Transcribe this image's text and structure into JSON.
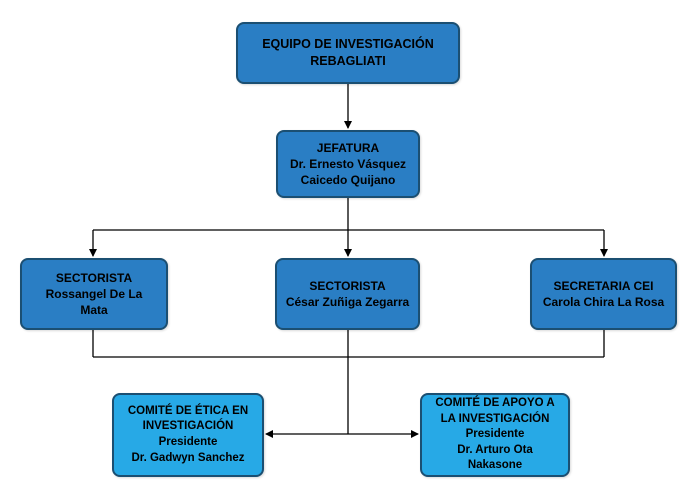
{
  "nodes": {
    "equipo": {
      "lines": [
        "EQUIPO DE INVESTIGACIÓN",
        "REBAGLIATI"
      ]
    },
    "jefatura": {
      "lines": [
        "JEFATURA",
        "Dr. Ernesto Vásquez",
        "Caicedo Quijano"
      ]
    },
    "sectorista1": {
      "lines": [
        "SECTORISTA",
        "Rossangel De La",
        "Mata"
      ]
    },
    "sectorista2": {
      "lines": [
        "SECTORISTA",
        "César Zuñiga Zegarra"
      ]
    },
    "secretaria": {
      "lines": [
        "SECRETARIA CEI",
        "Carola Chira La Rosa"
      ]
    },
    "etica": {
      "lines": [
        "COMITÉ DE ÉTICA EN",
        "INVESTIGACIÓN",
        "Presidente",
        "Dr. Gadwyn Sanchez"
      ]
    },
    "apoyo": {
      "lines": [
        "COMITÉ DE APOYO A",
        "LA INVESTIGACIÓN",
        "Presidente",
        "Dr. Arturo Ota",
        "Nakasone"
      ]
    }
  },
  "colors": {
    "top_fill": "#2a7ec4",
    "bottom_fill": "#27a9e6",
    "border": "#1b4f72",
    "connector": "#000000"
  }
}
